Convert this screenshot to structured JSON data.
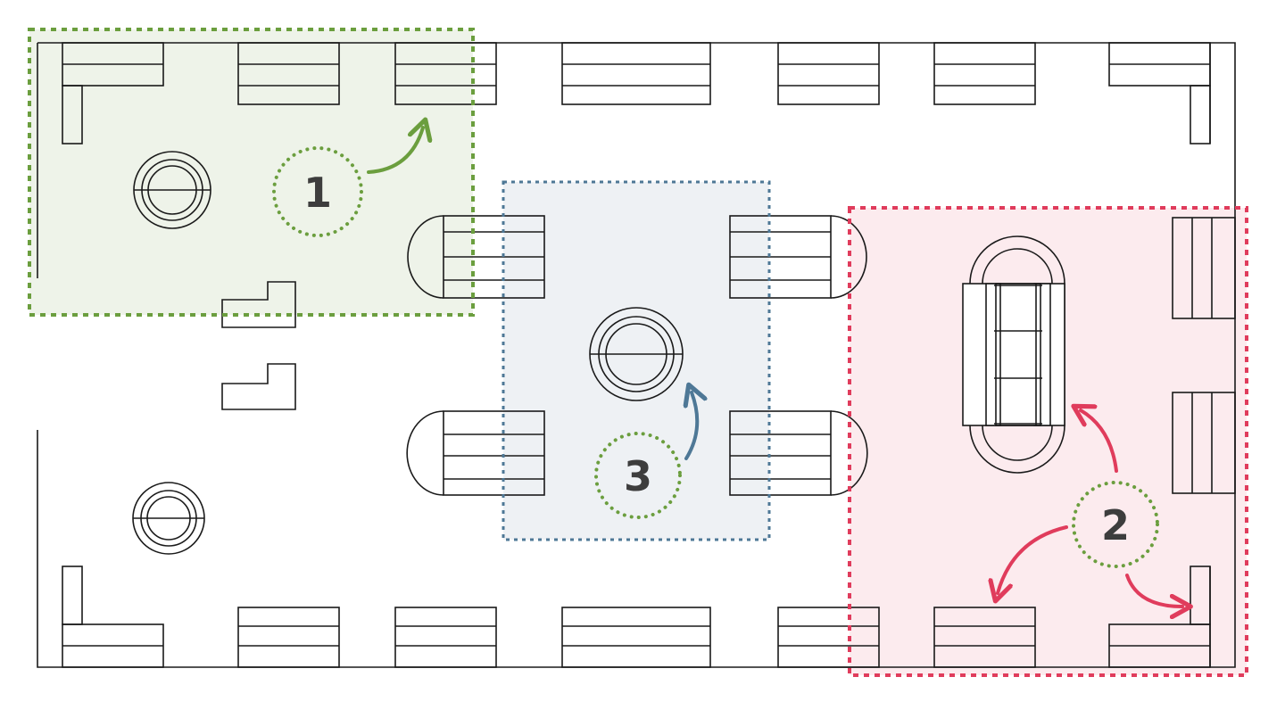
{
  "zones": [
    {
      "id": "zone-1",
      "label": "1",
      "border_color": "#6b9e3e",
      "fill_color": "#eef3e9",
      "arrow_color": "#6b9e3e"
    },
    {
      "id": "zone-2",
      "label": "2",
      "border_color": "#e03c5c",
      "fill_color": "#fcebee",
      "arrow_color": "#e03c5c"
    },
    {
      "id": "zone-3",
      "label": "3",
      "border_color": "#4e7896",
      "fill_color": "#eef1f4",
      "arrow_color": "#4e7896"
    }
  ],
  "marker_circle_color": "#6b9e3e"
}
